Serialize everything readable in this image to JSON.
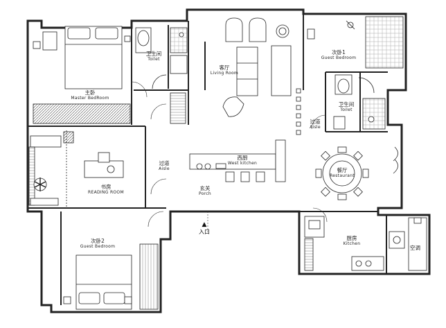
{
  "rooms": {
    "master_bedroom": {
      "zh": "主卧",
      "en": "Master BedRoom"
    },
    "toilet_1": {
      "zh": "卫生间",
      "en": "Toilet"
    },
    "living_room": {
      "zh": "客厅",
      "en": "Living Room"
    },
    "guest_bedroom_1": {
      "zh": "次卧1",
      "en": "Guest Bedroom"
    },
    "toilet_2": {
      "zh": "卫生间",
      "en": "Toilet"
    },
    "aisle_right": {
      "zh": "过道",
      "en": "Aisle"
    },
    "aisle_center": {
      "zh": "过道",
      "en": "Aisle"
    },
    "west_kitchen": {
      "zh": "西厨",
      "en": "West kitchen"
    },
    "restaurant": {
      "zh": "餐厅",
      "en": "Restaurant"
    },
    "reading_room": {
      "zh": "书房",
      "en": "READING ROOM"
    },
    "porch": {
      "zh": "玄关",
      "en": "Porch"
    },
    "guest_bedroom_2": {
      "zh": "次卧2",
      "en": "Guest Bedroom"
    },
    "kitchen": {
      "zh": "厨房",
      "en": "Kitchen"
    }
  },
  "entrance": {
    "label": "入口",
    "icon": "house-arrow-icon"
  },
  "ac_label": "空调",
  "colors": {
    "line": "#222222",
    "fill": "#ffffff"
  }
}
